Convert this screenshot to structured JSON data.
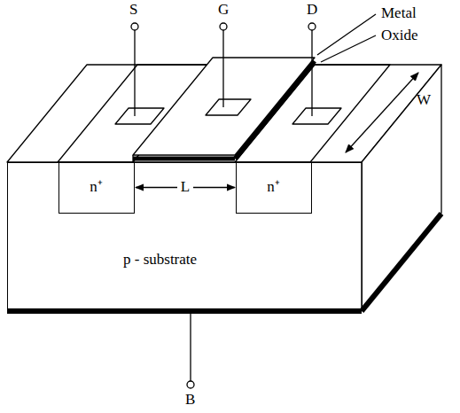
{
  "diagram": {
    "nodes": [
      {
        "text": [
          "p - substrate"
        ]
      },
      {
        "text": [
          "n⁺"
        ],
        "in": 0
      },
      {
        "text": [
          "n⁺"
        ],
        "in": 0
      }
    ],
    "edges": [
      {
        "from": 1,
        "to": 2,
        "label": "L",
        "arrow": "both"
      }
    ],
    "labels": [
      "S",
      "G",
      "D",
      "Metal",
      "Oxide",
      "W",
      "B"
    ]
  }
}
